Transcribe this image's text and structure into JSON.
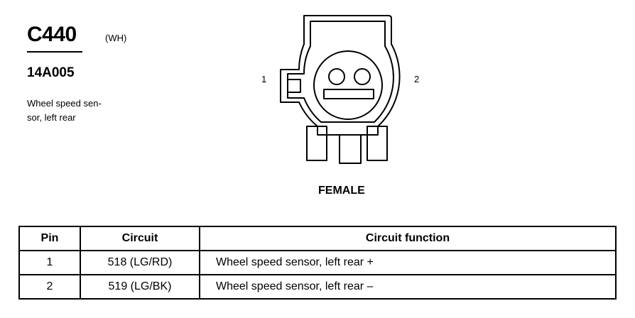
{
  "header": {
    "connector_id": "C440",
    "connector_color": "(WH)",
    "part_number": "14A005",
    "description_lines": [
      "Wheel speed sen-",
      "sor, left rear"
    ]
  },
  "diagram": {
    "pin_labels": [
      "1",
      "2"
    ],
    "gender": "FEMALE"
  },
  "table": {
    "headers": [
      "Pin",
      "Circuit",
      "Circuit function"
    ],
    "rows": [
      {
        "pin": "1",
        "circuit": "518 (LG/RD)",
        "function": "Wheel speed sensor, left rear +"
      },
      {
        "pin": "2",
        "circuit": "519 (LG/BK)",
        "function": "Wheel speed sensor, left rear –"
      }
    ]
  }
}
